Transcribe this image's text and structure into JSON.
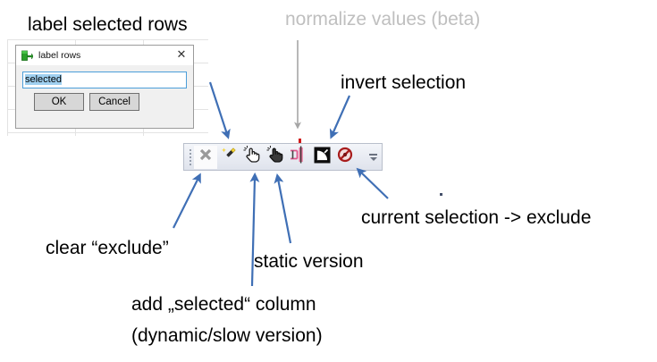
{
  "annotations": {
    "label_selected_rows": "label selected rows",
    "normalize_values": "normalize values (beta)",
    "invert_selection": "invert selection",
    "current_selection_exclude": "current selection -> exclude",
    "clear_exclude": "clear “exclude”",
    "static_version": "static version",
    "add_selected_column_line1": "add „selected“ column",
    "add_selected_column_line2": "(dynamic/slow version)"
  },
  "dialog": {
    "title": "label rows",
    "icon": "new-table-row-icon",
    "close_label": "✕",
    "input_value": "selected",
    "input_placeholder": "selected",
    "ok_label": "OK",
    "cancel_label": "Cancel"
  },
  "toolbar": {
    "grip": "drag-grip",
    "overflow_label": "toolbar-overflow",
    "buttons": [
      {
        "name": "clear-exclude-button",
        "icon": "gray-x-icon",
        "tooltip": "clear “exclude”"
      },
      {
        "name": "label-rows-button",
        "icon": "magic-wand-icon",
        "tooltip": "label selected rows"
      },
      {
        "name": "add-selected-column-dynamic-button",
        "icon": "hand-pointer-outline-icon",
        "tooltip": "add „selected“ column (dynamic/slow version)"
      },
      {
        "name": "add-selected-column-static-button",
        "icon": "hand-pointer-filled-icon",
        "tooltip": "static version"
      },
      {
        "name": "normalize-values-button",
        "icon": "normalize-bars-icon",
        "tooltip": "normalize values (beta)"
      },
      {
        "name": "invert-selection-button",
        "icon": "invert-square-icon",
        "tooltip": "invert selection"
      },
      {
        "name": "selection-to-exclude-button",
        "icon": "exclude-circle-icon",
        "tooltip": "current selection -> exclude"
      }
    ]
  },
  "colors": {
    "annotation_text": "#000000",
    "annotation_gray": "#bfbfbf",
    "arrow_blue": "#3f6fb5",
    "arrow_gray": "#a6a6a6",
    "toolbar_bg": "#e9ecf3",
    "dialog_bg": "#f0f0f0",
    "input_border": "#4c9ed9",
    "selection_highlight": "#9fd0f0",
    "normalize_pink": "#f06a95",
    "exclude_red": "#a81c1c"
  }
}
